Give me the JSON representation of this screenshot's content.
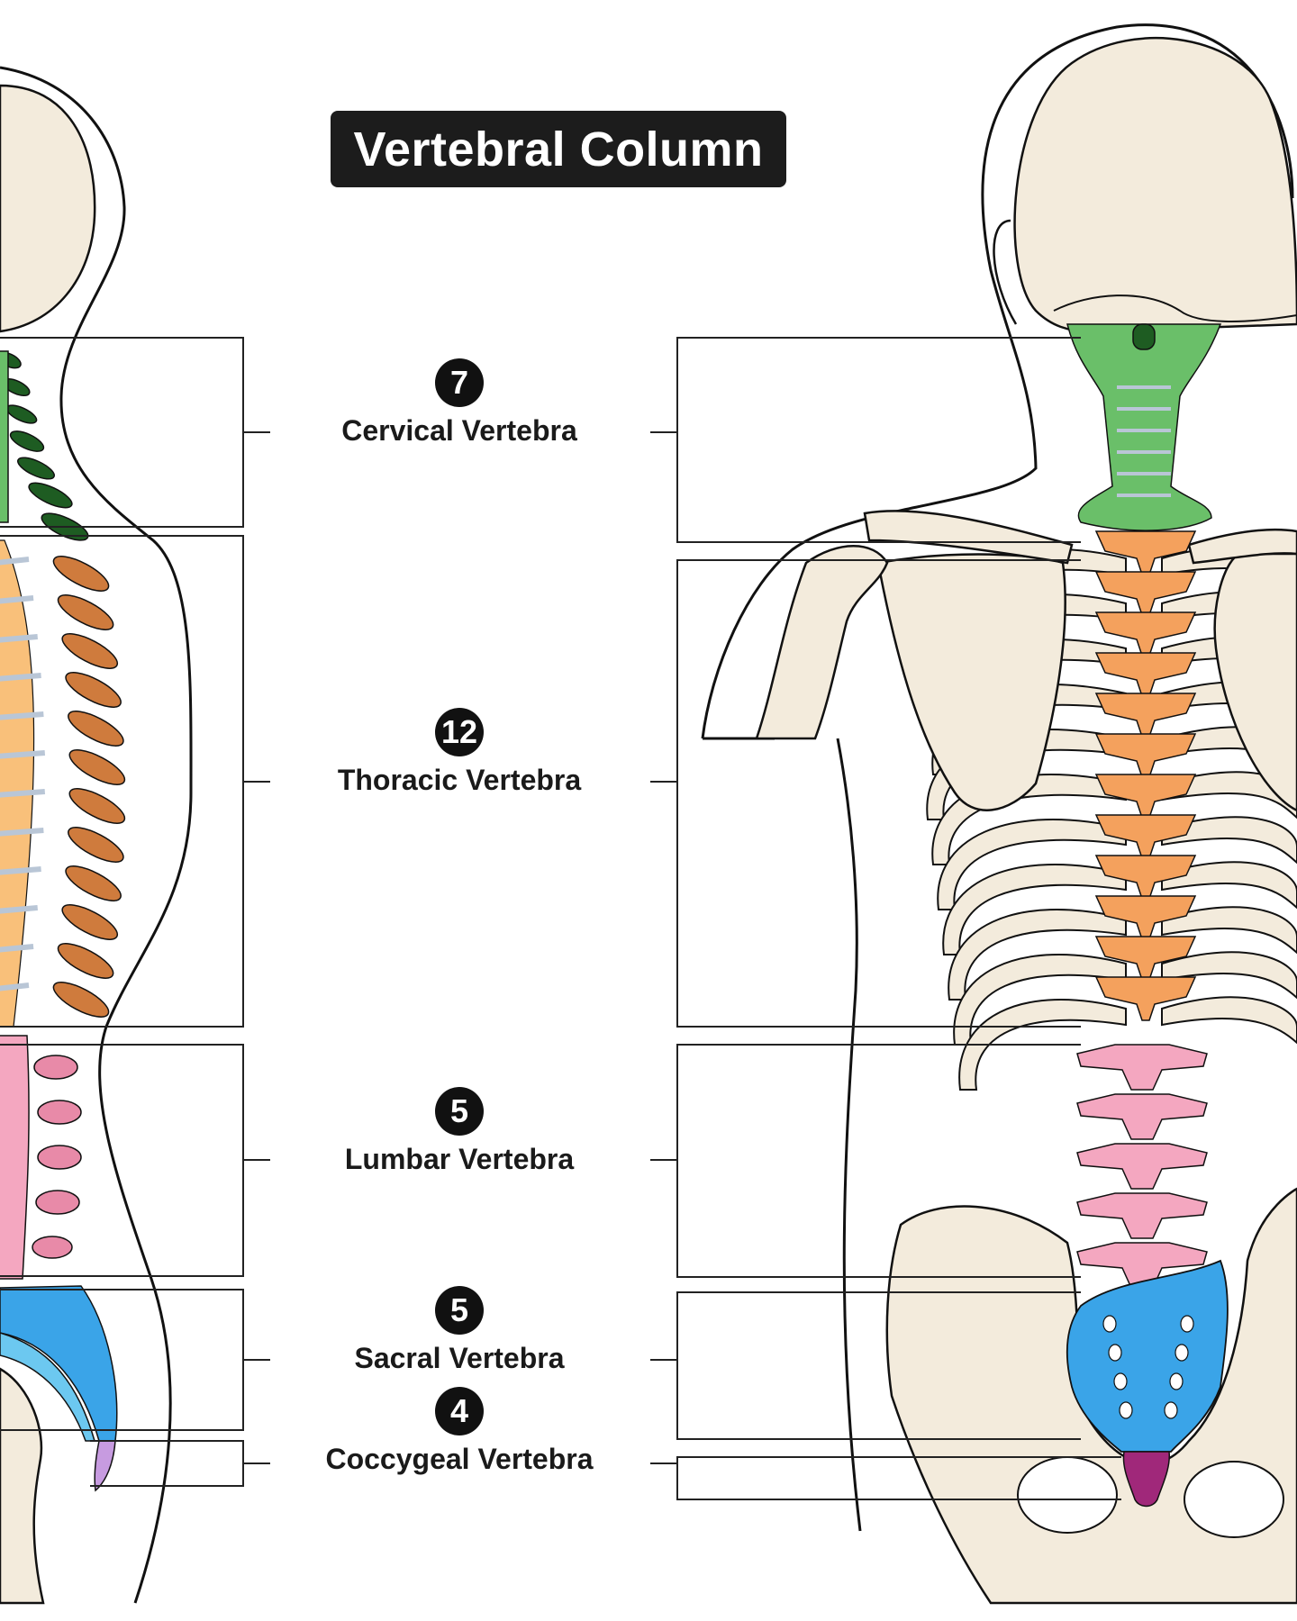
{
  "title": "Vertebral Column",
  "colors": {
    "bone": "#f3ebdc",
    "outline": "#111111",
    "cervical": "#6abf69",
    "cervical_dark": "#1e5c22",
    "thoracic": "#f4a15d",
    "thoracic_dark": "#cf7b3d",
    "lumbar": "#f4a7c0",
    "sacral": "#3aa4e8",
    "coccygeal": "#a0287a",
    "disc": "#b9c6d6"
  },
  "regions": [
    {
      "key": "cervical",
      "count": "7",
      "label": "Cervical Vertebra"
    },
    {
      "key": "thoracic",
      "count": "12",
      "label": "Thoracic Vertebra"
    },
    {
      "key": "lumbar",
      "count": "5",
      "label": "Lumbar Vertebra"
    },
    {
      "key": "sacral",
      "count": "5",
      "label": "Sacral Vertebra"
    },
    {
      "key": "coccygeal",
      "count": "4",
      "label": "Coccygeal Vertebra"
    }
  ]
}
